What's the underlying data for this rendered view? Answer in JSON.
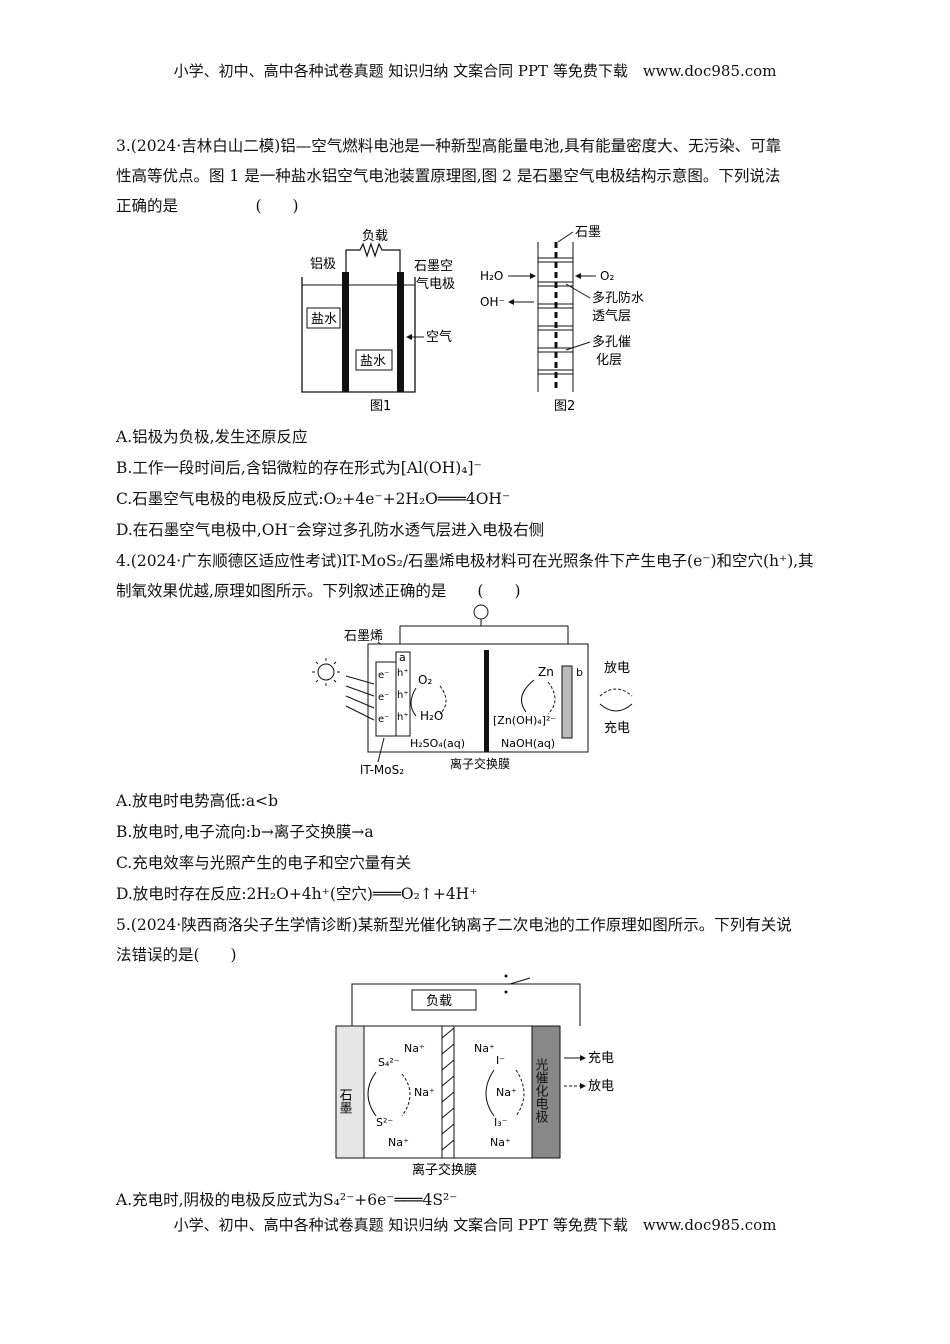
{
  "header": "小学、初中、高中各种试卷真题 知识归纳 文案合同 PPT 等免费下载　www.doc985.com",
  "footer": "小学、初中、高中各种试卷真题 知识归纳 文案合同 PPT 等免费下载　www.doc985.com",
  "q3": {
    "line1": "3.(2024·吉林白山二模)铝—空气燃料电池是一种新型高能量电池,具有能量密度大、无污染、可靠",
    "line2": "性高等优点。图 1 是一种盐水铝空气电池装置原理图,图 2 是石墨空气电极结构示意图。下列说法",
    "line3": "正确的是　　　　　(　　)",
    "fig1": {
      "load": "负载",
      "al": "铝极",
      "cathode1": "石墨空",
      "cathode2": "气电极",
      "brine1": "盐水",
      "brine2": "盐水",
      "air": "空气",
      "caption": "图1"
    },
    "fig2": {
      "graphite": "石墨",
      "h2o": "H₂O",
      "o2": "O₂",
      "oh": "OH⁻",
      "layer1a": "多孔防水",
      "layer1b": "透气层",
      "layer2a": "多孔催",
      "layer2b": "化层",
      "caption": "图2"
    },
    "optA": "A.铝极为负极,发生还原反应",
    "optB": "B.工作一段时间后,含铝微粒的存在形式为[Al(OH)₄]⁻",
    "optC": "C.石墨空气电极的电极反应式:O₂+4e⁻+2H₂O═══4OH⁻",
    "optD": "D.在石墨空气电极中,OH⁻会穿过多孔防水透气层进入电极右侧"
  },
  "q4": {
    "line1": "4.(2024·广东顺德区适应性考试)lT-MoS₂/石墨烯电极材料可在光照条件下产生电子(e⁻)和空穴(h⁺),其",
    "line2": "制氧效果优越,原理如图所示。下列叙述正确的是　　(　　)",
    "fig": {
      "graphene": "石墨烯",
      "a": "a",
      "b": "b",
      "o2": "O₂",
      "h2o": "H₂O",
      "zn": "Zn",
      "znoh": "[Zn(OH)₄]²⁻",
      "h2so4": "H₂SO₄(aq)",
      "naoh": "NaOH(aq)",
      "mos2": "lT-MoS₂",
      "membrane": "离子交换膜",
      "discharge": "放电",
      "charge": "充电",
      "e": "e⁻",
      "h": "h⁺"
    },
    "optA": "A.放电时电势高低:a<b",
    "optB": "B.放电时,电子流向:b→离子交换膜→a",
    "optC": "C.充电效率与光照产生的电子和空穴量有关",
    "optD": "D.放电时存在反应:2H₂O+4h⁺(空穴)═══O₂↑+4H⁺"
  },
  "q5": {
    "line1": "5.(2024·陕西商洛尖子生学情诊断)某新型光催化钠离子二次电池的工作原理如图所示。下列有关说",
    "line2": "法错误的是(　　)",
    "fig": {
      "load": "负载",
      "graphite": "石墨",
      "photo": "光催化电极",
      "na": "Na⁺",
      "s4": "S₄²⁻",
      "s": "S²⁻",
      "i": "I⁻",
      "i3": "I₃⁻",
      "charge": "充电",
      "discharge": "放电",
      "membrane": "离子交换膜"
    },
    "optA": "A.充电时,阴极的电极反应式为S₄²⁻+6e⁻═══4S²⁻"
  }
}
